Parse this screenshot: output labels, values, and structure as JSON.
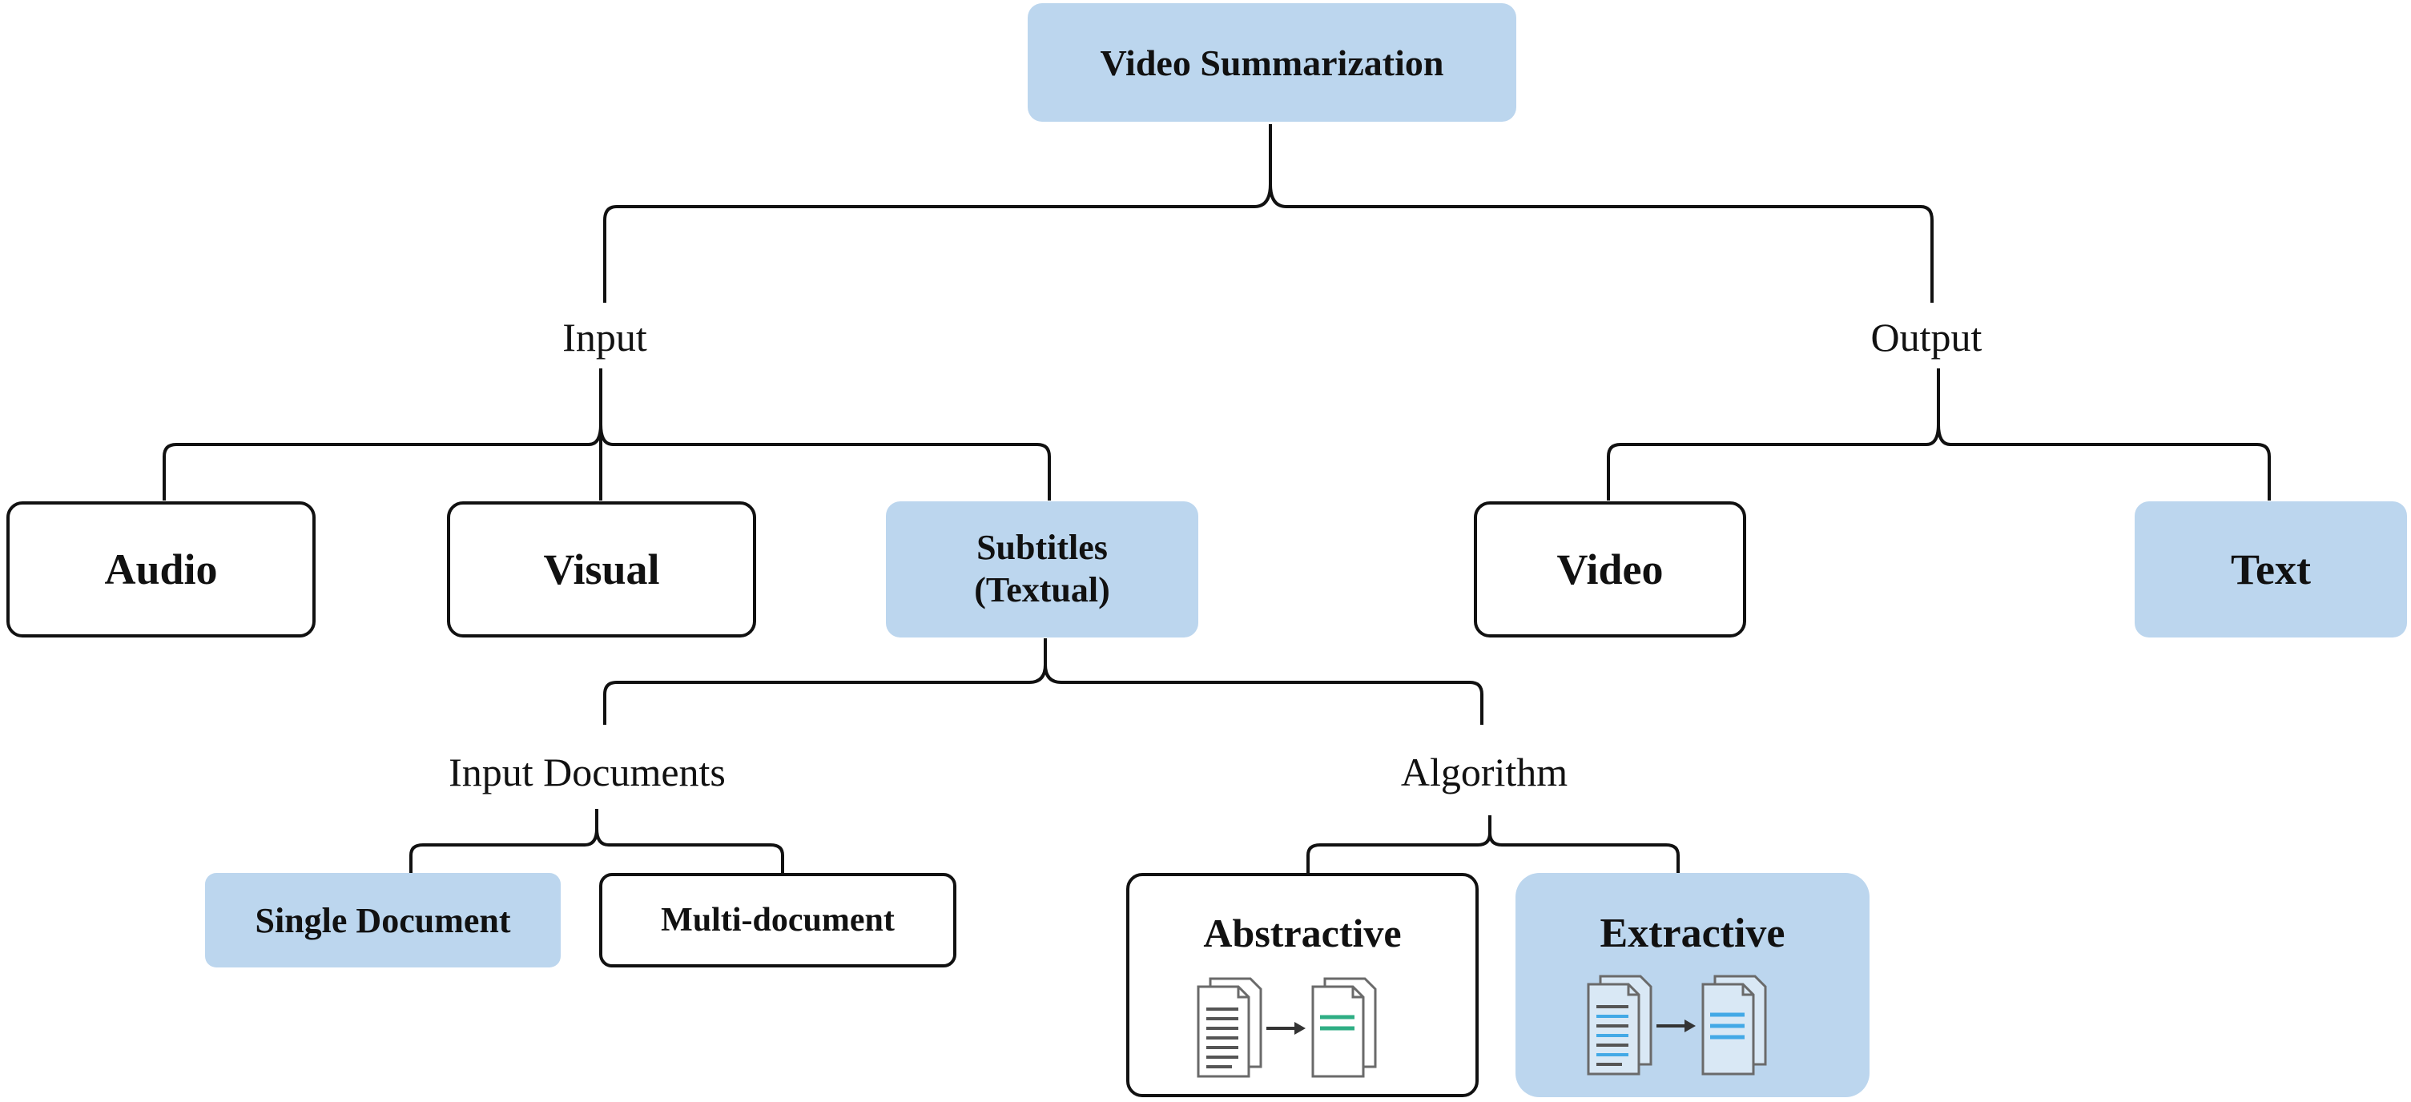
{
  "root": {
    "label": "Video Summarization"
  },
  "input": {
    "label": "Input",
    "audio": "Audio",
    "visual": "Visual",
    "subtitles": {
      "line1": "Subtitles",
      "line2": "(Textual)"
    }
  },
  "output": {
    "label": "Output",
    "video": "Video",
    "text": "Text"
  },
  "input_documents": {
    "label": "Input Documents",
    "single": "Single Document",
    "multi": "Multi-document"
  },
  "algorithm": {
    "label": "Algorithm",
    "abstractive": "Abstractive",
    "extractive": "Extractive"
  },
  "colors": {
    "highlight_fill": "#bcd6ee",
    "line": "#111111",
    "doc_outline": "#6a6a6a",
    "abstractive_summary_lines": "#2fae84",
    "extractive_summary_lines": "#43a9e6"
  },
  "icons": {
    "abstractive": [
      "document-stack-icon",
      "arrow-right-icon",
      "summary-document-icon"
    ],
    "extractive": [
      "document-stack-icon",
      "arrow-right-icon",
      "summary-document-icon"
    ]
  }
}
